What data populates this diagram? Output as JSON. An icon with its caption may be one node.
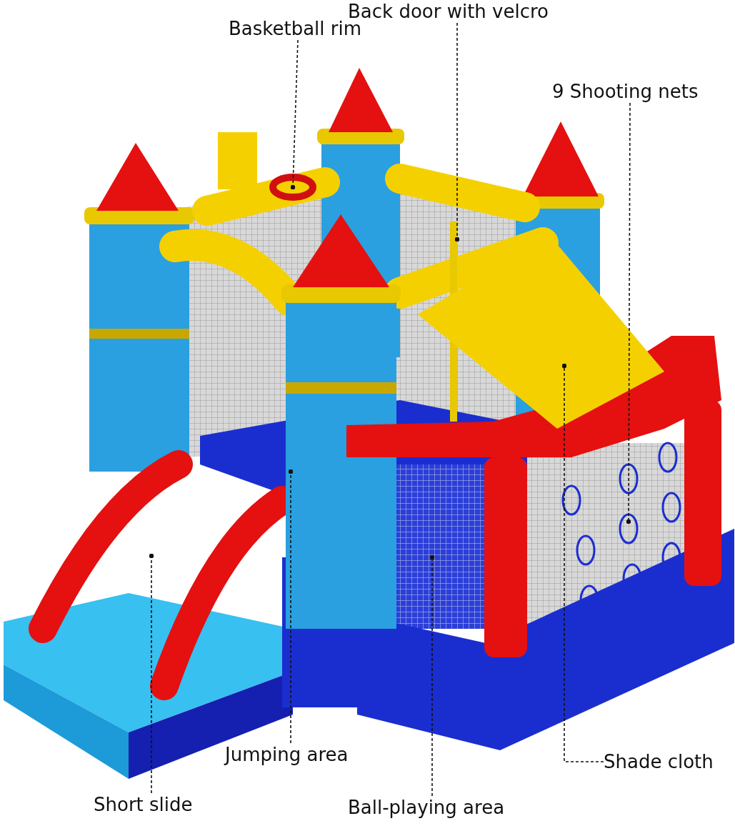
{
  "diagram": {
    "nodes": [
      {
        "text": [
          "Back door with velcro"
        ]
      },
      {
        "text": [
          "Basketball rim"
        ]
      },
      {
        "text": [
          "9 Shooting nets"
        ]
      },
      {
        "text": [
          "Jumping area"
        ]
      },
      {
        "text": [
          "Shade cloth"
        ]
      },
      {
        "text": [
          "Short slide"
        ]
      },
      {
        "text": [
          "Ball-playing area"
        ]
      }
    ],
    "edges": [
      {
        "from": 0,
        "to": null,
        "arrow": "other"
      },
      {
        "from": 1,
        "to": null,
        "arrow": "other"
      },
      {
        "from": 2,
        "to": null,
        "arrow": "other"
      },
      {
        "from": 3,
        "to": null,
        "arrow": "other"
      },
      {
        "from": 4,
        "to": null,
        "arrow": "other"
      },
      {
        "from": 5,
        "to": null,
        "arrow": "other"
      },
      {
        "from": 6,
        "to": null,
        "arrow": "other"
      }
    ]
  }
}
